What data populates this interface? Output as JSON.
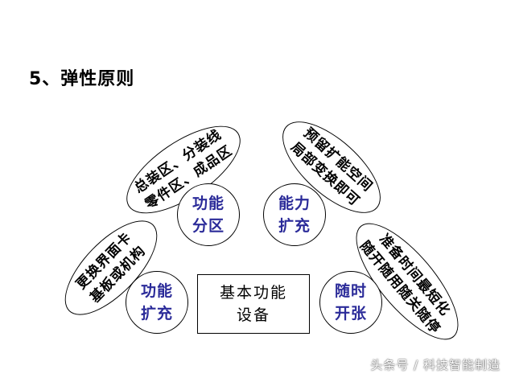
{
  "title": "5、弹性原则",
  "center": {
    "line1": "基本功能",
    "line2": "设备"
  },
  "circles": {
    "function_zone": {
      "line1": "功能",
      "line2": "分区"
    },
    "capacity_expand": {
      "line1": "能力",
      "line2": "扩充"
    },
    "function_expand": {
      "line1": "功能",
      "line2": "扩充"
    },
    "flexible_open": {
      "line1": "随时",
      "line2": "开张"
    }
  },
  "ellipses": {
    "assembly_zones": {
      "line1": "总装区、分装线",
      "line2": "零件区、成品区"
    },
    "reserve_expand": {
      "line1": "预留扩能空间",
      "line2": "局部变换即可"
    },
    "replace_interface": {
      "line1": "更换界面卡",
      "line2": "基板或机构"
    },
    "short_prep": {
      "line1": "准备时间最短化",
      "line2": "随开随用随关随停"
    }
  },
  "watermark": "头条号 / 科技智能制造",
  "colors": {
    "circle_text": "#2b2b99",
    "border": "#000000"
  }
}
